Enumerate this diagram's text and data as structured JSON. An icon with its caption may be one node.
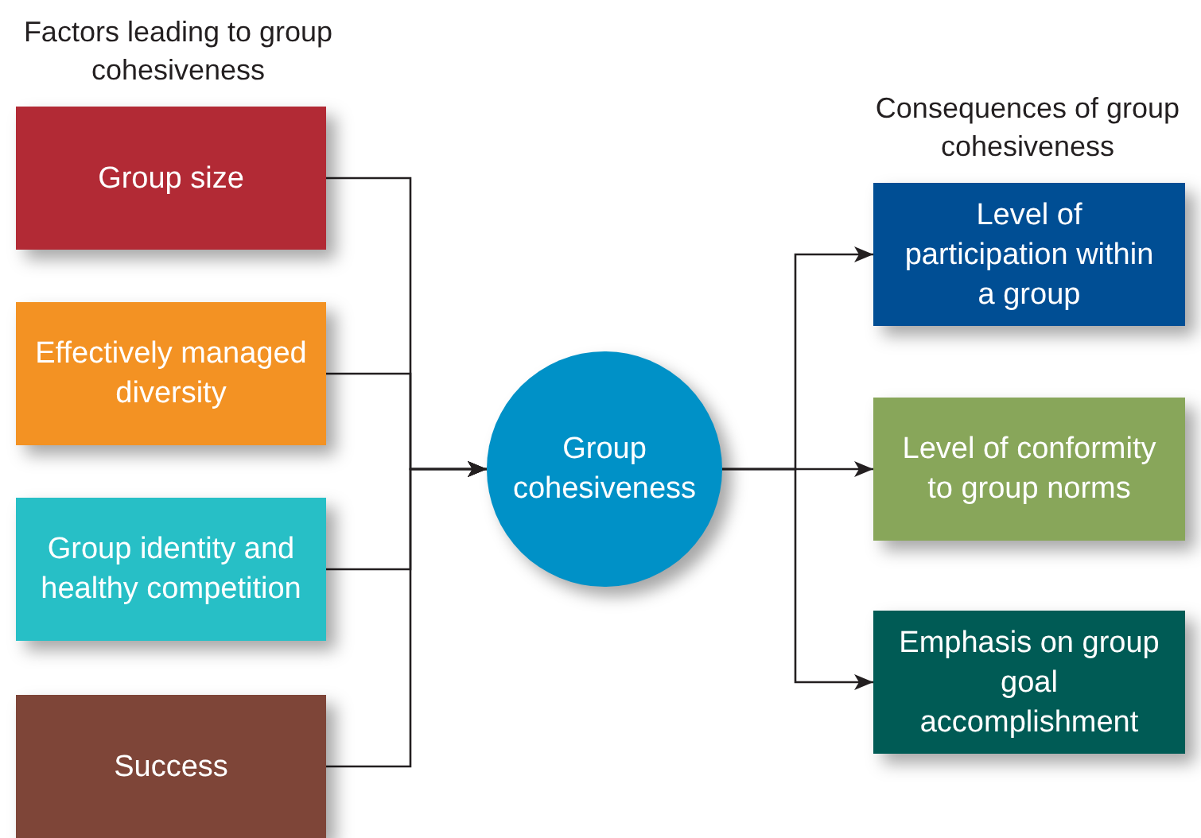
{
  "diagram": {
    "nodes": [
      {
        "text": [
          "Group size"
        ]
      },
      {
        "text": [
          "Effectively managed diversity"
        ]
      },
      {
        "text": [
          "Group identity and healthy competition"
        ]
      },
      {
        "text": [
          "Success"
        ]
      },
      {
        "text": [
          "Group cohesiveness"
        ]
      },
      {
        "text": [
          "Level of participation within a group"
        ]
      },
      {
        "text": [
          "Level of conformity to group norms"
        ]
      },
      {
        "text": [
          "Emphasis on group goal accomplishment"
        ]
      }
    ],
    "edges": [
      {
        "from": 0,
        "to": 4,
        "arrow": "to"
      },
      {
        "from": 1,
        "to": 4,
        "arrow": "to"
      },
      {
        "from": 2,
        "to": 4,
        "arrow": "to"
      },
      {
        "from": 3,
        "to": 4,
        "arrow": "to"
      },
      {
        "from": 4,
        "to": 5,
        "arrow": "to"
      },
      {
        "from": 4,
        "to": 6,
        "arrow": "to"
      },
      {
        "from": 4,
        "to": 7,
        "arrow": "to"
      }
    ],
    "labels": [
      "Factors leading to group cohesiveness",
      "Consequences of group cohesiveness"
    ]
  }
}
